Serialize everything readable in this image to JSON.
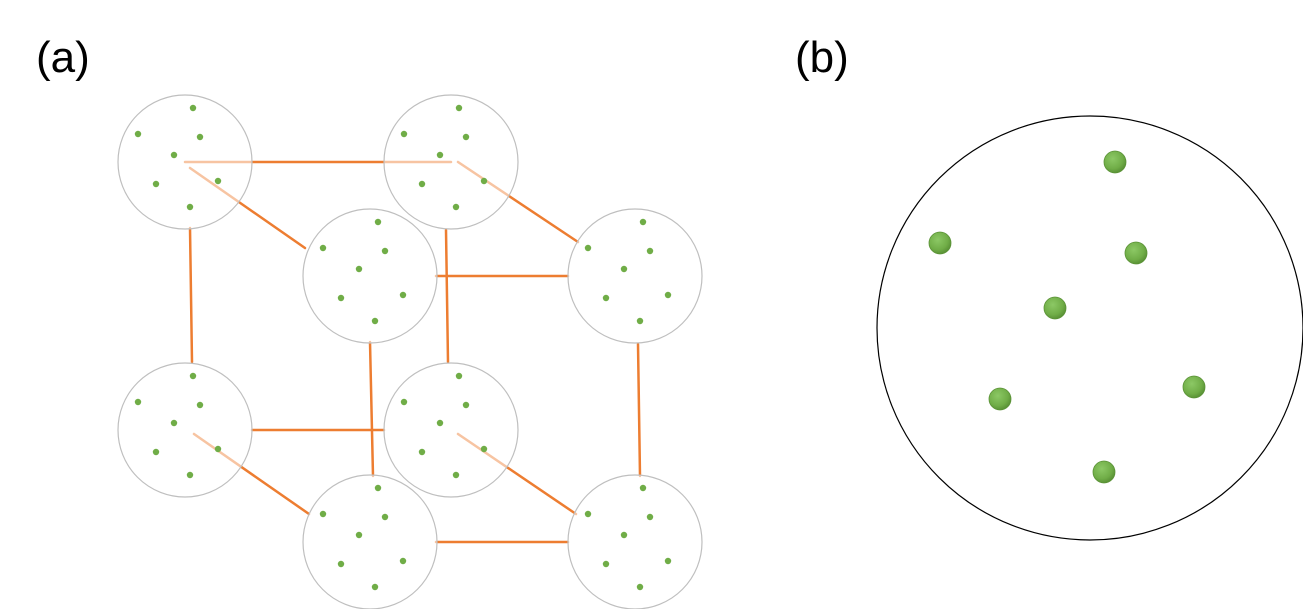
{
  "panel_a": {
    "label": "(a)",
    "node_count": 8,
    "particles_per_node": 7
  },
  "panel_b": {
    "label": "(b)",
    "particle_count": 7
  },
  "colors": {
    "bond": "#ed7d31",
    "node_outline": "#bfbfbf",
    "particle": "#70ad47",
    "particle_dark": "#5a9236",
    "enlarged_outline": "#000000"
  }
}
